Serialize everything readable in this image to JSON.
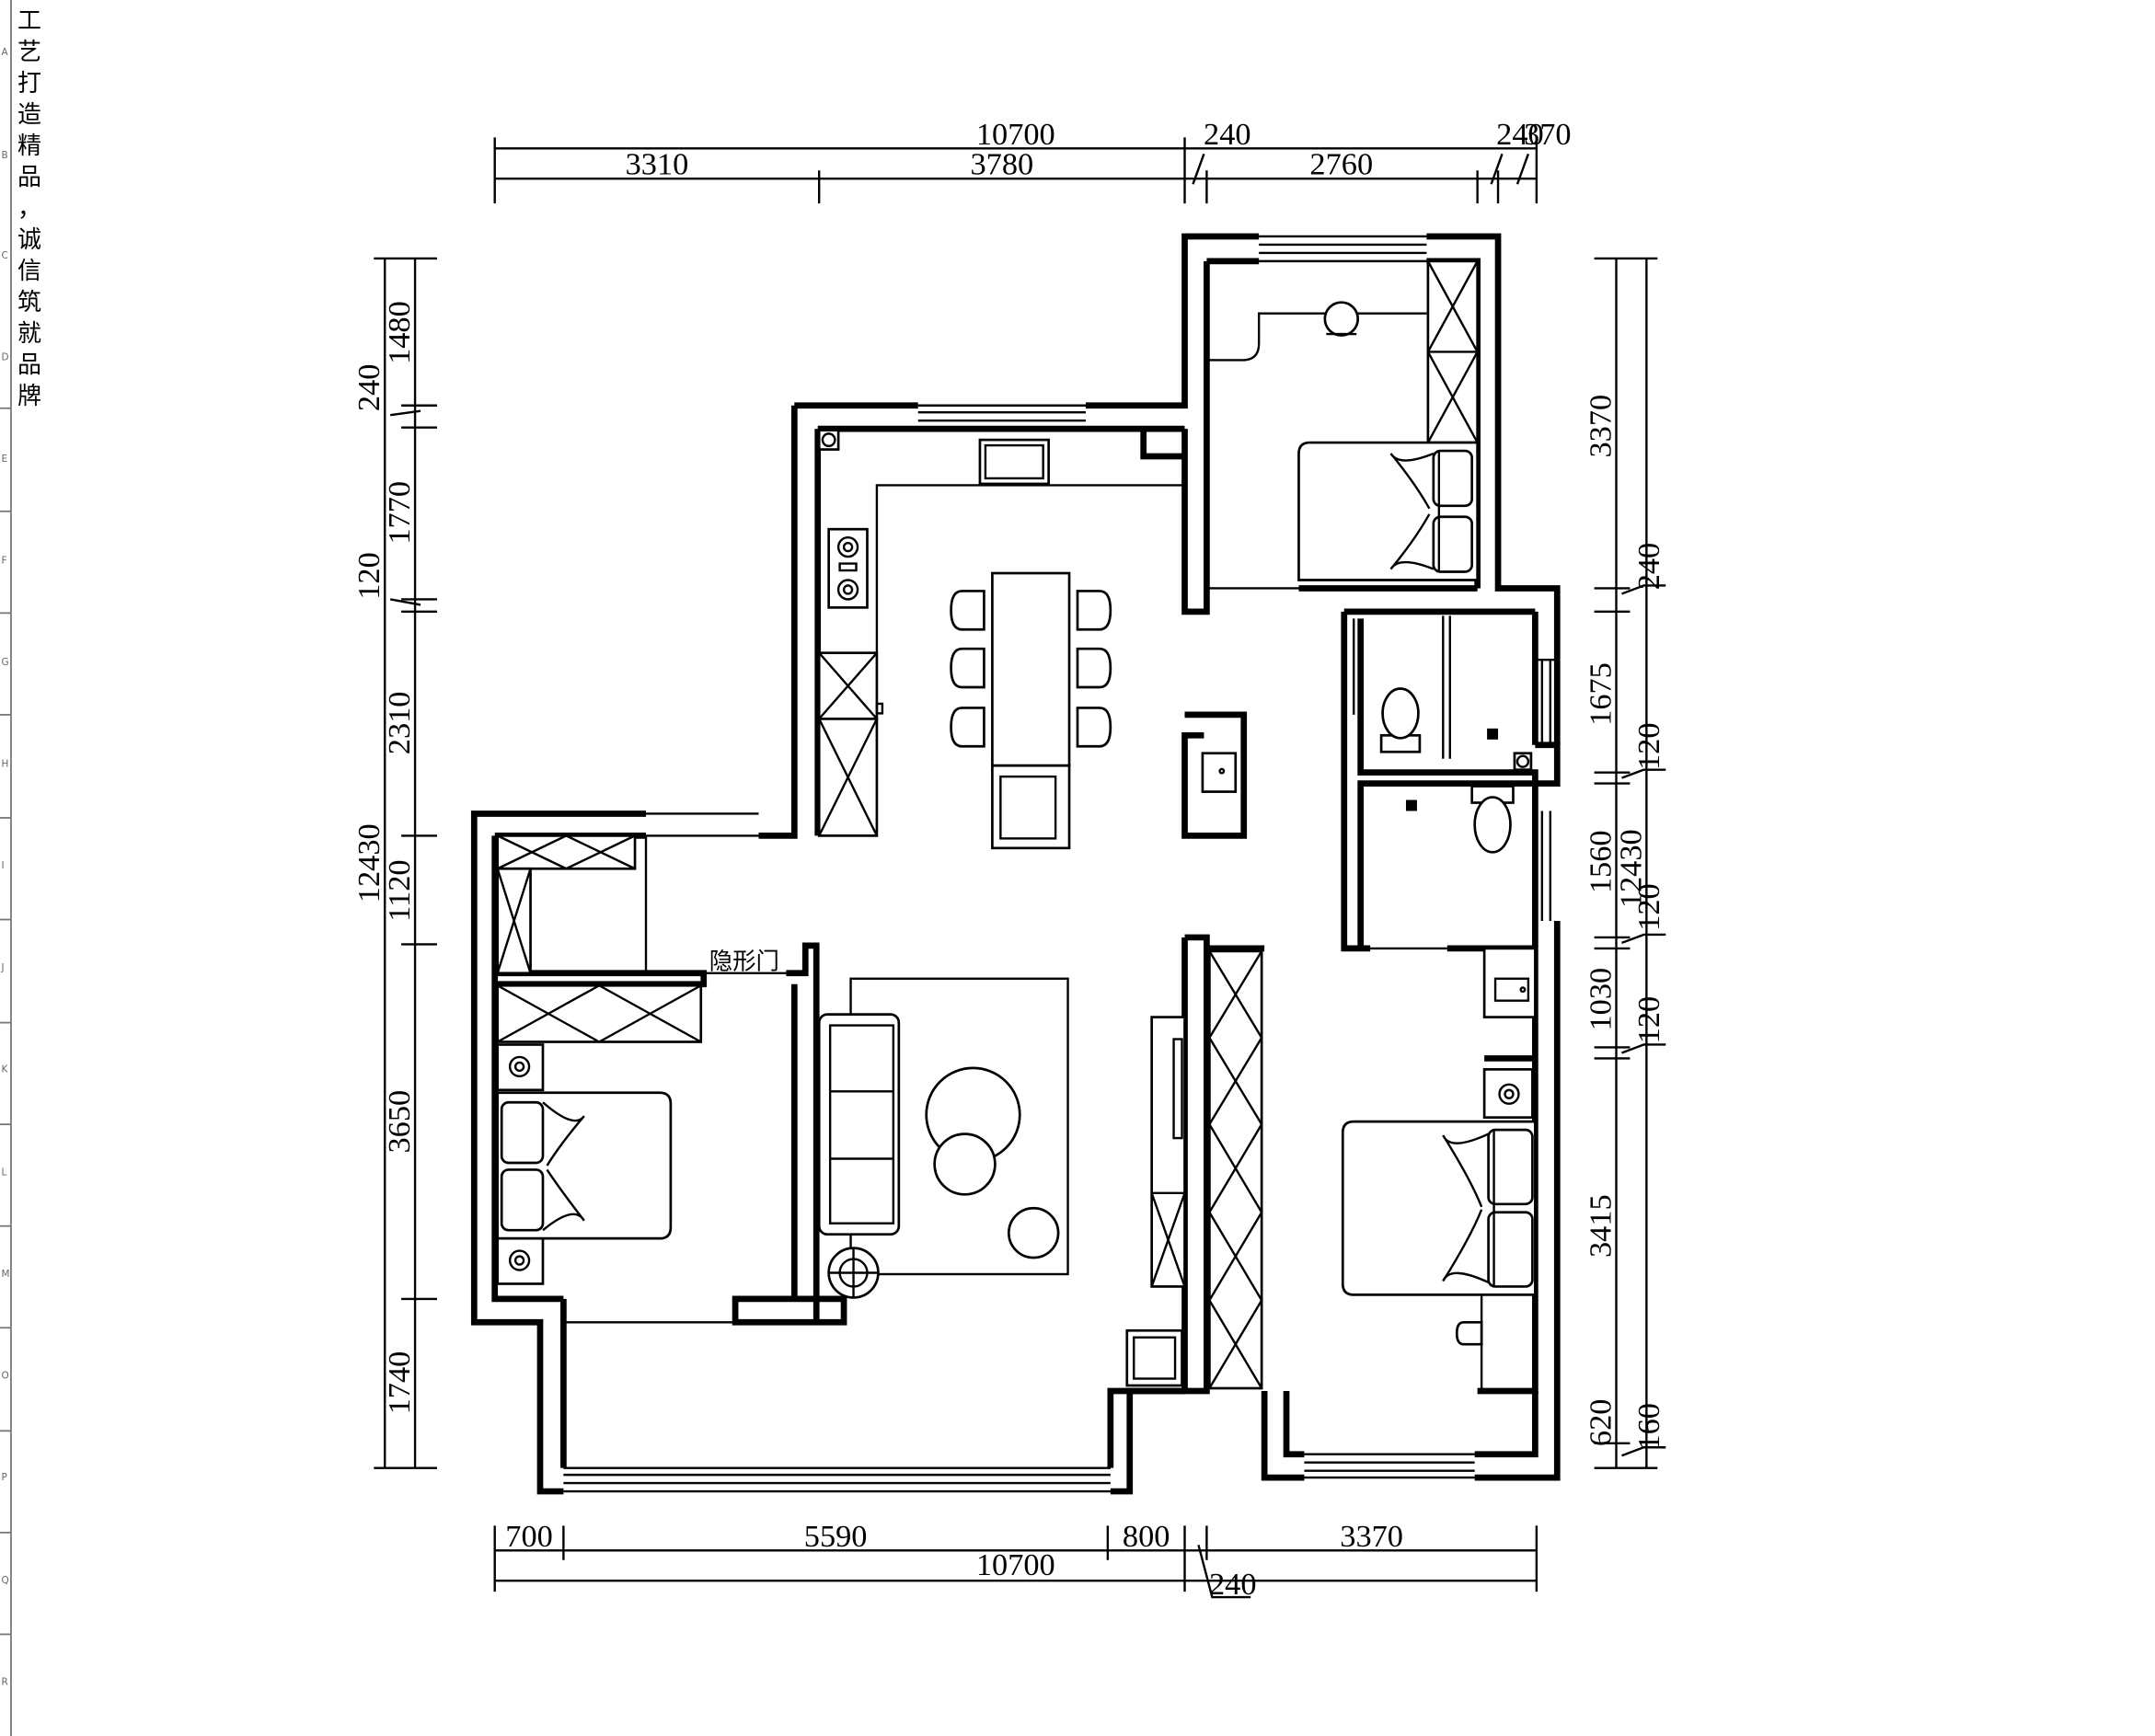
{
  "slogan": [
    "工",
    "艺",
    "打",
    "造",
    "精",
    "品",
    "，",
    "诚",
    "信",
    "筑",
    "就",
    "品",
    "牌"
  ],
  "margin_letters": [
    "A",
    "B",
    "C",
    "D",
    "E",
    "F",
    "G",
    "H",
    "I",
    "J",
    "K",
    "L",
    "M",
    "O",
    "P",
    "Q",
    "R"
  ],
  "rooms": {
    "hidden_door": "隐形门"
  },
  "dimensions": {
    "top": {
      "total": "10700",
      "d1": "3310",
      "d2": "3780",
      "wall1": "240",
      "d3": "2760",
      "wall2": "240",
      "d4": "370"
    },
    "bottom": {
      "d1": "700",
      "d2": "5590",
      "d3": "800",
      "d4": "3370",
      "total": "10700",
      "wall": "240"
    },
    "left": {
      "d1": "1480",
      "w1": "240",
      "d2": "1770",
      "w2": "120",
      "d3": "2310",
      "d4": "1120",
      "d5": "3650",
      "d6": "1740",
      "total": "12430"
    },
    "right": {
      "d1": "3370",
      "w1": "240",
      "d2": "1675",
      "w2": "120",
      "d3": "1560",
      "w3": "120",
      "d4": "1030",
      "w4": "120",
      "d5": "3415",
      "d6": "620",
      "d7": "160",
      "total": "12430"
    }
  }
}
